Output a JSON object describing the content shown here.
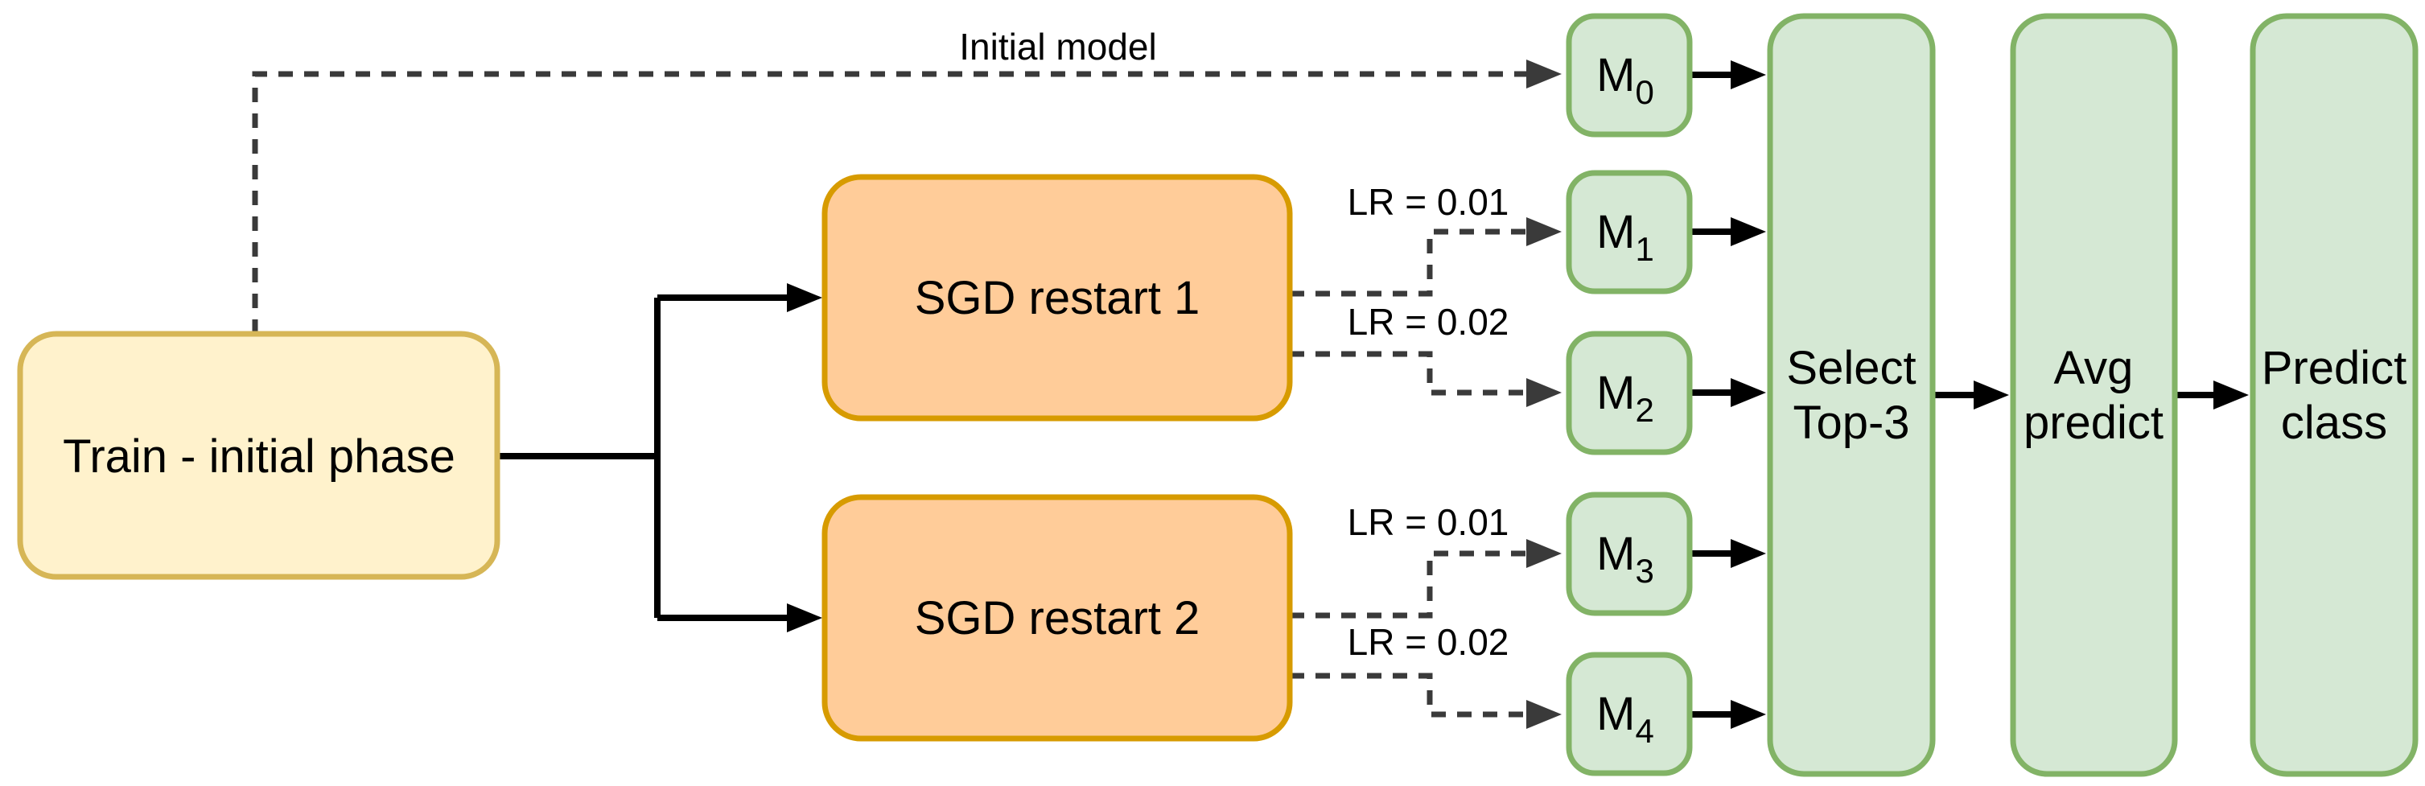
{
  "diagram": {
    "nodes": {
      "train": {
        "label": "Train - initial phase"
      },
      "sgd_restart_1": {
        "label": "SGD restart 1"
      },
      "sgd_restart_2": {
        "label": "SGD restart 2"
      },
      "m0": {
        "base": "M",
        "sub": "0"
      },
      "m1": {
        "base": "M",
        "sub": "1"
      },
      "m2": {
        "base": "M",
        "sub": "2"
      },
      "m3": {
        "base": "M",
        "sub": "3"
      },
      "m4": {
        "base": "M",
        "sub": "4"
      },
      "select_top3": {
        "line1": "Select",
        "line2": "Top-3"
      },
      "avg_predict": {
        "line1": "Avg",
        "line2": "predict"
      },
      "predict_class": {
        "line1": "Predict",
        "line2": "class"
      }
    },
    "edge_labels": {
      "initial_model": "Initial model",
      "sgd1_lr_a": "LR = 0.01",
      "sgd1_lr_b": "LR = 0.02",
      "sgd2_lr_a": "LR = 0.01",
      "sgd2_lr_b": "LR = 0.02"
    },
    "colors": {
      "background": "#FFFFFF",
      "yellow_fill": "#FFF2CC",
      "yellow_stroke": "#D6B656",
      "orange_fill": "#FFCC99",
      "orange_stroke": "#D79B00",
      "green_fill": "#D5E8D4",
      "green_stroke": "#82B366",
      "solid_edge": "#000000",
      "dashed_edge": "#3A3A3A"
    }
  }
}
